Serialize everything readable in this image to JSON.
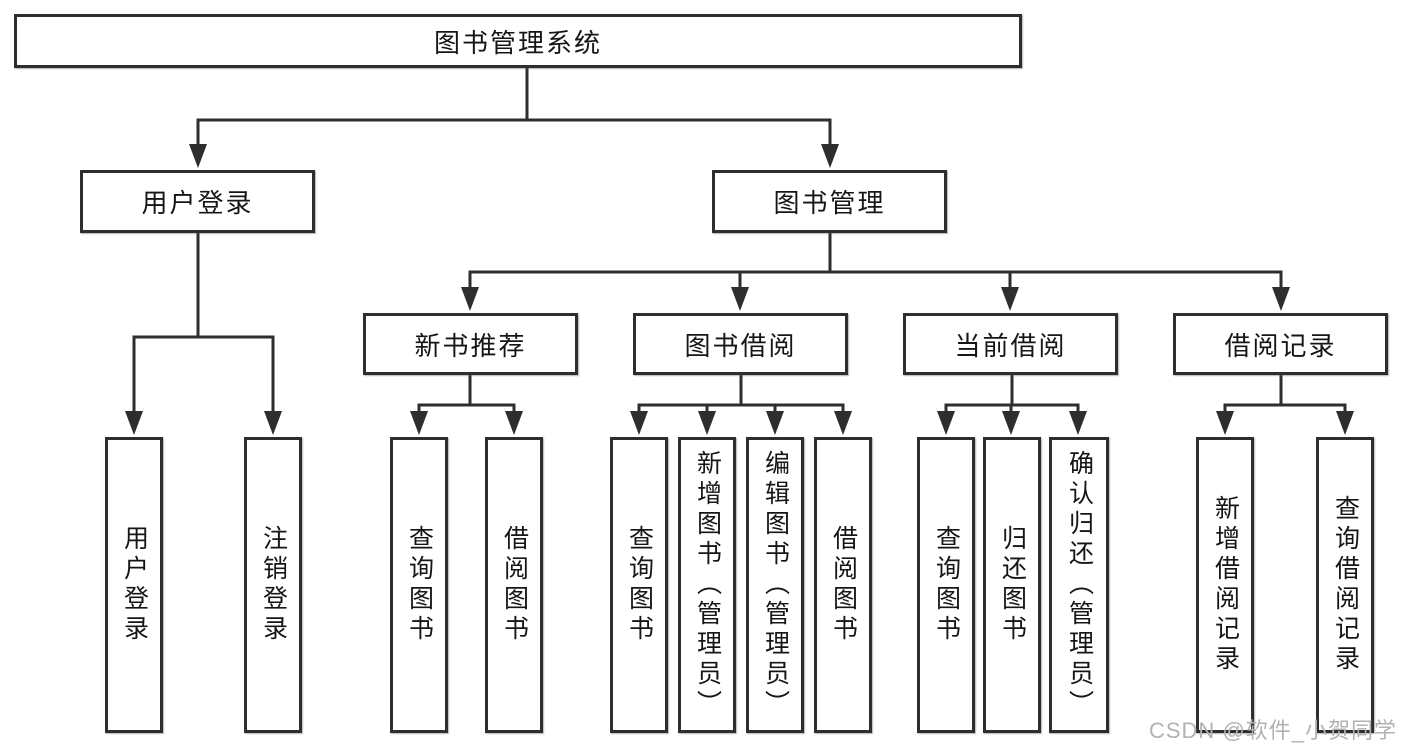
{
  "tree": {
    "root": {
      "label": "图书管理系统"
    },
    "user_login": {
      "label": "用户登录",
      "children": [
        {
          "label": "用户登录"
        },
        {
          "label": "注销登录"
        }
      ]
    },
    "book_management": {
      "label": "图书管理",
      "sections": [
        {
          "label": "新书推荐",
          "children": [
            {
              "label": "查询图书"
            },
            {
              "label": "借阅图书"
            }
          ]
        },
        {
          "label": "图书借阅",
          "children": [
            {
              "label": "查询图书"
            },
            {
              "label": "新增图书（管理员）"
            },
            {
              "label": "编辑图书（管理员）"
            },
            {
              "label": "借阅图书"
            }
          ]
        },
        {
          "label": "当前借阅",
          "children": [
            {
              "label": "查询图书"
            },
            {
              "label": "归还图书"
            },
            {
              "label": "确认归还（管理员）"
            }
          ]
        },
        {
          "label": "借阅记录",
          "children": [
            {
              "label": "新增借阅记录"
            },
            {
              "label": "查询借阅记录"
            }
          ]
        }
      ]
    }
  },
  "watermark": {
    "text": "CSDN @软件_小贺同学"
  },
  "colors": {
    "line": "#2e2e2e",
    "box_border": "#2e2e2e",
    "text": "#161616",
    "background": "#ffffff",
    "watermark": "#b2b2b2"
  }
}
